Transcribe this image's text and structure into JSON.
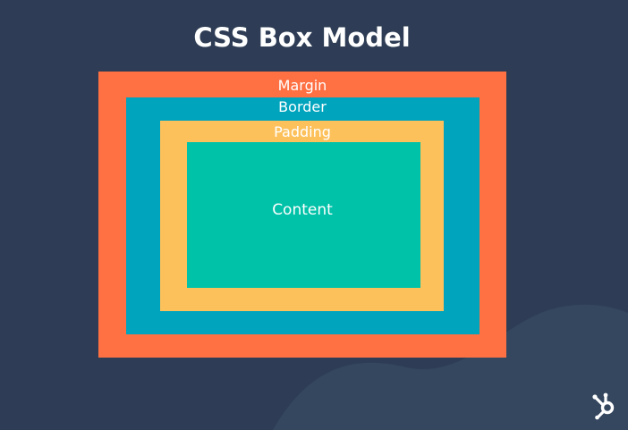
{
  "title": "CSS Box Model",
  "layers": {
    "margin": {
      "label": "Margin",
      "color": "#ff7043"
    },
    "border": {
      "label": "Border",
      "color": "#00a4bd"
    },
    "padding": {
      "label": "Padding",
      "color": "#fdc15c"
    },
    "content": {
      "label": "Content",
      "color": "#00c2a8"
    }
  },
  "colors": {
    "background": "#2e3d55",
    "wave": "#34475f",
    "text": "#ffffff"
  },
  "logo": {
    "icon": "hubspot-sprocket-icon"
  }
}
